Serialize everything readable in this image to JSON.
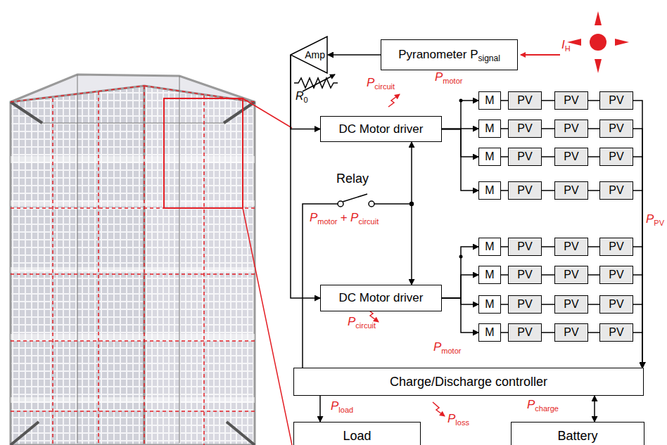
{
  "diagram": {
    "nodes": [
      {
        "text": [
          "Amp"
        ]
      },
      {
        "text": [
          "Pyranometer P",
          "signal"
        ]
      },
      {
        "text": [
          "DC Motor driver"
        ]
      },
      {
        "text": [
          "DC Motor driver"
        ]
      },
      {
        "text": [
          "M"
        ]
      },
      {
        "text": [
          "M"
        ]
      },
      {
        "text": [
          "M"
        ]
      },
      {
        "text": [
          "M"
        ]
      },
      {
        "text": [
          "M"
        ]
      },
      {
        "text": [
          "M"
        ]
      },
      {
        "text": [
          "M"
        ]
      },
      {
        "text": [
          "M"
        ]
      },
      {
        "text": [
          "PV"
        ]
      },
      {
        "text": [
          "PV"
        ]
      },
      {
        "text": [
          "PV"
        ]
      },
      {
        "text": [
          "PV"
        ]
      },
      {
        "text": [
          "PV"
        ]
      },
      {
        "text": [
          "PV"
        ]
      },
      {
        "text": [
          "PV"
        ]
      },
      {
        "text": [
          "PV"
        ]
      },
      {
        "text": [
          "PV"
        ]
      },
      {
        "text": [
          "PV"
        ]
      },
      {
        "text": [
          "PV"
        ]
      },
      {
        "text": [
          "PV"
        ]
      },
      {
        "text": [
          "PV"
        ]
      },
      {
        "text": [
          "PV"
        ]
      },
      {
        "text": [
          "PV"
        ]
      },
      {
        "text": [
          "PV"
        ]
      },
      {
        "text": [
          "PV"
        ]
      },
      {
        "text": [
          "PV"
        ]
      },
      {
        "text": [
          "PV"
        ]
      },
      {
        "text": [
          "PV"
        ]
      },
      {
        "text": [
          "PV"
        ]
      },
      {
        "text": [
          "PV"
        ]
      },
      {
        "text": [
          "PV"
        ]
      },
      {
        "text": [
          "PV"
        ]
      },
      {
        "text": [
          "Charge/Discharge controller"
        ]
      },
      {
        "text": [
          "Load"
        ]
      },
      {
        "text": [
          "Battery"
        ]
      }
    ],
    "edges": [
      {
        "from": 1,
        "to": 0,
        "arrow": "to"
      },
      {
        "from": 0,
        "to": 2,
        "arrow": "to"
      },
      {
        "from": 0,
        "to": 3,
        "arrow": "to"
      },
      {
        "from": 2,
        "to": 3,
        "arrow": "both"
      },
      {
        "from": 2,
        "to": 4,
        "arrow": "to"
      },
      {
        "from": 2,
        "to": 5,
        "arrow": "to"
      },
      {
        "from": 2,
        "to": 6,
        "arrow": "to"
      },
      {
        "from": 2,
        "to": 7,
        "arrow": "to"
      },
      {
        "from": 3,
        "to": 8,
        "arrow": "to"
      },
      {
        "from": 3,
        "to": 9,
        "arrow": "to"
      },
      {
        "from": 3,
        "to": 10,
        "arrow": "to"
      },
      {
        "from": 3,
        "to": 11,
        "arrow": "to"
      },
      {
        "from": 4,
        "to": 12,
        "arrow": "none"
      },
      {
        "from": 12,
        "to": 13,
        "arrow": "none"
      },
      {
        "from": 13,
        "to": 14,
        "arrow": "none"
      },
      {
        "from": 5,
        "to": 15,
        "arrow": "none"
      },
      {
        "from": 15,
        "to": 16,
        "arrow": "none"
      },
      {
        "from": 16,
        "to": 17,
        "arrow": "none"
      },
      {
        "from": 6,
        "to": 18,
        "arrow": "none"
      },
      {
        "from": 18,
        "to": 19,
        "arrow": "none"
      },
      {
        "from": 19,
        "to": 20,
        "arrow": "none"
      },
      {
        "from": 7,
        "to": 21,
        "arrow": "none"
      },
      {
        "from": 21,
        "to": 22,
        "arrow": "none"
      },
      {
        "from": 22,
        "to": 23,
        "arrow": "none"
      },
      {
        "from": 8,
        "to": 24,
        "arrow": "none"
      },
      {
        "from": 24,
        "to": 25,
        "arrow": "none"
      },
      {
        "from": 25,
        "to": 26,
        "arrow": "none"
      },
      {
        "from": 9,
        "to": 27,
        "arrow": "none"
      },
      {
        "from": 27,
        "to": 28,
        "arrow": "none"
      },
      {
        "from": 28,
        "to": 29,
        "arrow": "none"
      },
      {
        "from": 10,
        "to": 30,
        "arrow": "none"
      },
      {
        "from": 30,
        "to": 31,
        "arrow": "none"
      },
      {
        "from": 31,
        "to": 32,
        "arrow": "none"
      },
      {
        "from": 11,
        "to": 33,
        "arrow": "none"
      },
      {
        "from": 33,
        "to": 34,
        "arrow": "none"
      },
      {
        "from": 34,
        "to": 35,
        "arrow": "none"
      },
      {
        "from": 14,
        "to": 36,
        "arrow": "to"
      },
      {
        "from": 17,
        "to": 36,
        "arrow": "to"
      },
      {
        "from": 20,
        "to": 36,
        "arrow": "to"
      },
      {
        "from": 23,
        "to": 36,
        "arrow": "to"
      },
      {
        "from": 26,
        "to": 36,
        "arrow": "to"
      },
      {
        "from": 29,
        "to": 36,
        "arrow": "to"
      },
      {
        "from": 32,
        "to": 36,
        "arrow": "to"
      },
      {
        "from": 35,
        "to": 36,
        "arrow": "to"
      },
      {
        "from": 36,
        "to": 37,
        "arrow": "to"
      },
      {
        "from": 36,
        "to": 38,
        "arrow": "both"
      }
    ],
    "labels": [
      "I",
      "H",
      "R",
      "0",
      "P",
      "circuit",
      "P",
      "motor",
      "Relay",
      "P",
      "motor",
      "+ P",
      "circuit",
      "P",
      "circuit",
      "P",
      "motor",
      "P",
      "PV",
      "P",
      "load",
      "P",
      "loss",
      "P",
      "charge"
    ]
  }
}
